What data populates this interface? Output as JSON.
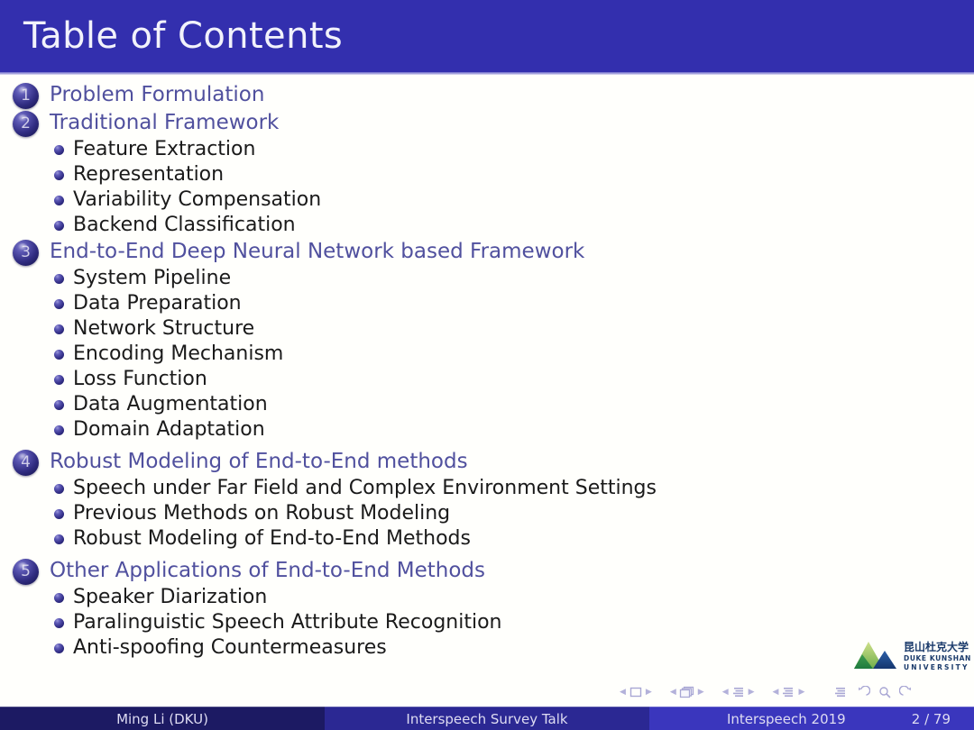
{
  "slide": {
    "title": "Table of Contents"
  },
  "toc": {
    "sections": [
      {
        "number": "1",
        "title": "Problem Formulation",
        "items": []
      },
      {
        "number": "2",
        "title": "Traditional Framework",
        "items": [
          "Feature Extraction",
          "Representation",
          "Variability Compensation",
          "Backend Classification"
        ]
      },
      {
        "number": "3",
        "title": "End-to-End Deep Neural Network based Framework",
        "items": [
          "System Pipeline",
          "Data Preparation",
          "Network Structure",
          "Encoding Mechanism",
          "Loss Function",
          "Data Augmentation",
          "Domain Adaptation"
        ]
      },
      {
        "number": "4",
        "title": "Robust Modeling of End-to-End methods",
        "items": [
          "Speech under Far Field and Complex Environment Settings",
          "Previous Methods on Robust Modeling",
          "Robust Modeling of End-to-End Methods"
        ]
      },
      {
        "number": "5",
        "title": "Other Applications of End-to-End Methods",
        "items": [
          "Speaker Diarization",
          "Paralinguistic Speech Attribute Recognition",
          "Anti-spoofing Countermeasures"
        ]
      }
    ]
  },
  "logo": {
    "chinese": "昆山杜克大学",
    "english_line1": "DUKE KUNSHAN",
    "english_line2": "UNIVERSITY"
  },
  "navigation": {
    "left_arrow": "◀",
    "right_arrow": "▶",
    "symbols": [
      "slide-nav-icon",
      "frame-nav-icon",
      "subsection-nav-icon",
      "section-nav-icon",
      "presentation-nav-icon",
      "back-nav-icon",
      "search-nav-icon",
      "forward-nav-icon"
    ]
  },
  "footer": {
    "author": "Ming Li  (DKU)",
    "talk": "Interspeech Survey Talk",
    "venue": "Interspeech 2019",
    "page": "2 / 79"
  },
  "colors": {
    "header_blue": "#332fae",
    "section_title": "#50509e",
    "body_text": "#1a1a1a",
    "footer_dark": "#1c1a63",
    "footer_mid": "#2b2893",
    "footer_light": "#3a36bd",
    "background": "#fffffc"
  }
}
